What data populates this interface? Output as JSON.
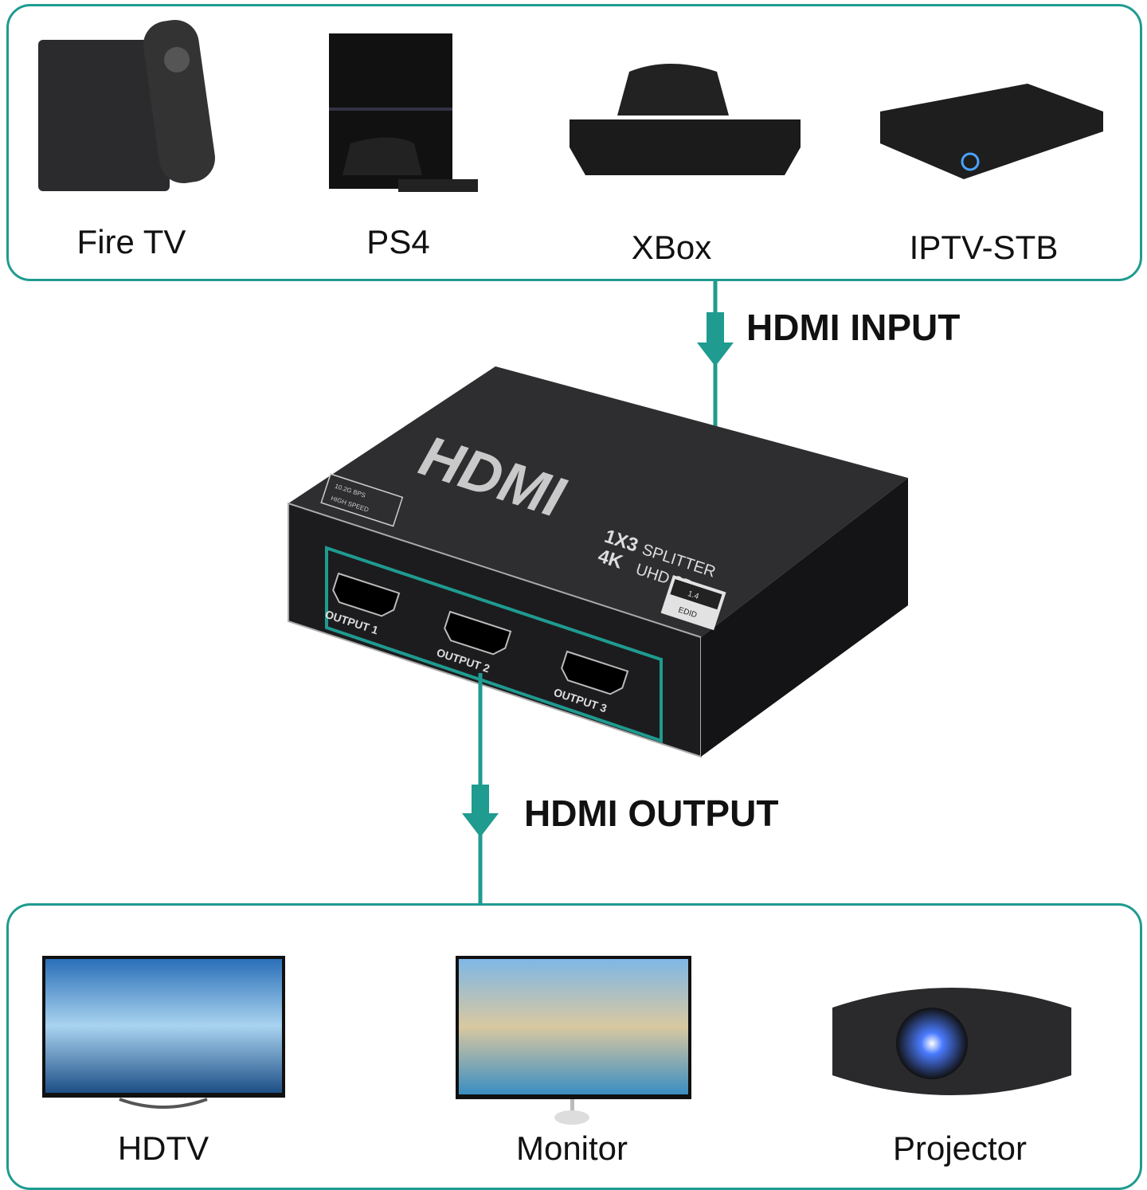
{
  "sources": {
    "devices": [
      {
        "label": "Fire TV",
        "icon": "fire-tv-icon"
      },
      {
        "label": "PS4",
        "icon": "ps4-icon"
      },
      {
        "label": "XBox",
        "icon": "xbox-icon"
      },
      {
        "label": "IPTV-STB",
        "icon": "set-top-box-icon"
      }
    ]
  },
  "input_label": "HDMI INPUT",
  "output_label": "HDMI OUTPUT",
  "splitter": {
    "logo": "HDMI",
    "model": "1X3",
    "type": "SPLITTER",
    "spec1": "4K",
    "spec2": "UHD 3D",
    "badge_line1": "10.2G BPS",
    "badge_line2": "HIGH SPEED",
    "edid_version": "1.4",
    "edid_label": "EDID",
    "ports": [
      "OUTPUT 1",
      "OUTPUT 2",
      "OUTPUT 3"
    ]
  },
  "displays": {
    "devices": [
      {
        "label": "HDTV"
      },
      {
        "label": "Monitor"
      },
      {
        "label": "Projector"
      }
    ]
  },
  "colors": {
    "accent": "#1f9b90",
    "device": "#2a2a2c"
  }
}
